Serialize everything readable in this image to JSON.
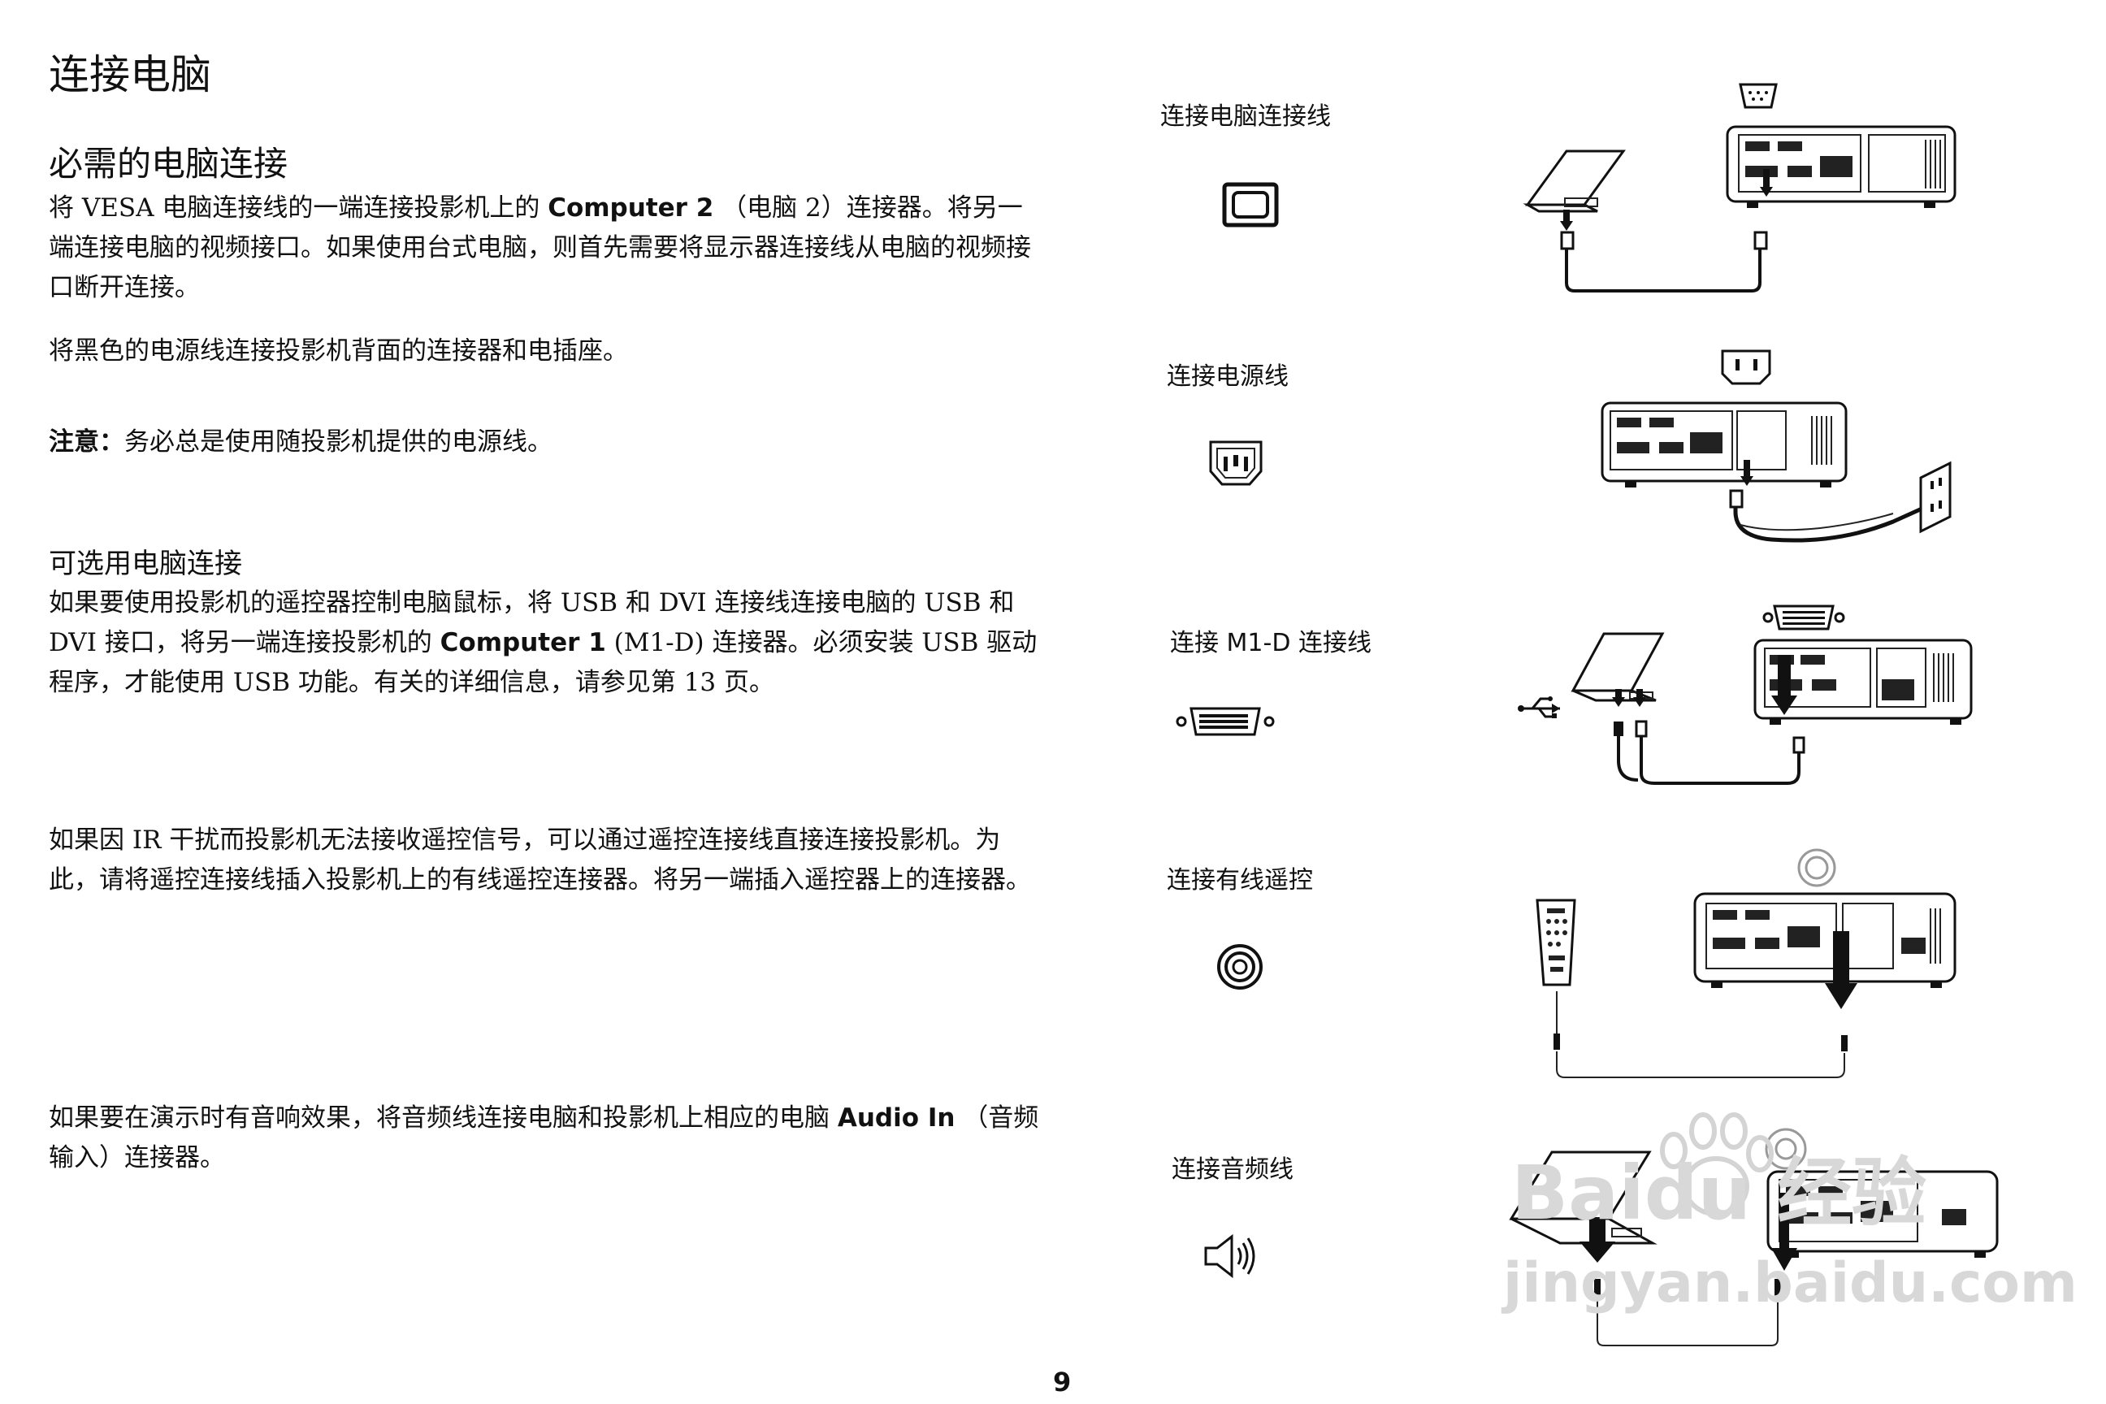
{
  "title": "连接电脑",
  "section_required": {
    "heading": "必需的电脑连接",
    "p1_pre": "将 VESA 电脑连接线的一端连接投影机上的 ",
    "p1_bold": "Computer 2",
    "p1_post": " （电脑 2）连接器。将另一端连接电脑的视频接口。如果使用台式电脑，则首先需要将显示器连接线从电脑的视频接口断开连接。",
    "p2": "将黑色的电源线连接投影机背面的连接器和电插座。",
    "note_label": "注意：",
    "note_text": "务必总是使用随投影机提供的电源线。"
  },
  "section_optional": {
    "heading": "可选用电脑连接",
    "p1_pre": "如果要使用投影机的遥控器控制电脑鼠标，将 USB 和 DVI 连接线连接电脑的 USB 和 DVI 接口，将另一端连接投影机的 ",
    "p1_bold": "Computer 1",
    "p1_post": " (M1-D) 连接器。必须安装 USB 驱动程序，才能使用 USB 功能。有关的详细信息，请参见第 13 页。",
    "p2": "如果因 IR 干扰而投影机无法接收遥控信号，可以通过遥控连接线直接连接投影机。为此，请将遥控连接线插入投影机上的有线遥控连接器。将另一端插入遥控器上的连接器。",
    "p3_pre": "如果要在演示时有音响效果，将音频线连接电脑和投影机上相应的电脑 ",
    "p3_bold": "Audio In",
    "p3_post": " （音频输入）连接器。"
  },
  "diagrams": [
    {
      "label": "连接电脑连接线",
      "icon": "vga-monitor-icon"
    },
    {
      "label": "连接电源线",
      "icon": "power-socket-icon"
    },
    {
      "label": "连接 M1-D 连接线",
      "icon": "dvi-connector-icon"
    },
    {
      "label": "连接有线遥控",
      "icon": "remote-jack-icon"
    },
    {
      "label": "连接音频线",
      "icon": "speaker-icon"
    }
  ],
  "page_number": "9",
  "watermark": {
    "line1": "Baidu 经验",
    "line2": "jingyan.baidu.com"
  }
}
